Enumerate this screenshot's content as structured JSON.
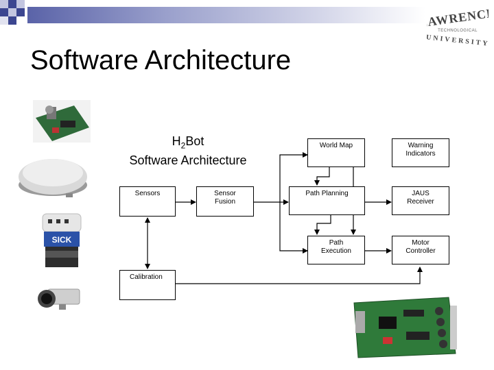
{
  "slide": {
    "title": "Software Architecture",
    "logo_text": "LAWRENCE TECHNOLOGICAL UNIVERSITY"
  },
  "diagram": {
    "title_h2": "H",
    "title_h2_sub": "2",
    "title_bot": "Bot",
    "title_line2": "Software Architecture",
    "boxes": {
      "sensors": "Sensors",
      "sensor_fusion": "Sensor\nFusion",
      "world_map": "World Map",
      "warning_indicators": "Warning\nIndicators",
      "path_planning": "Path Planning",
      "jaus_receiver": "JAUS\nReceiver",
      "path_execution": "Path\nExecution",
      "motor_controller": "Motor\nController",
      "calibration": "Calibration"
    }
  },
  "colors": {
    "band": "#5a63a8",
    "accent_square": "#3c4690",
    "light_square": "#c3c6e0"
  }
}
